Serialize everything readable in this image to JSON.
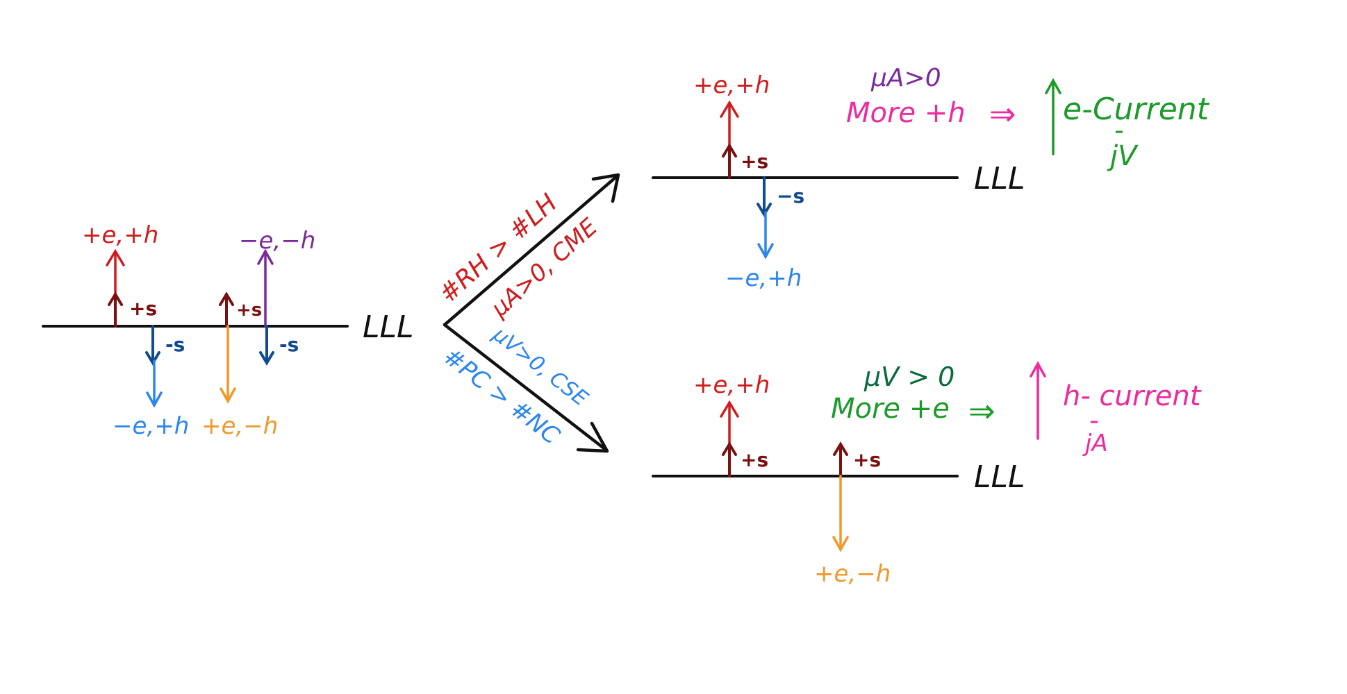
{
  "colors": {
    "black": "#111111",
    "red": "#d01c1c",
    "darkred": "#7a1010",
    "navy": "#114a8f",
    "blue": "#2b86ee",
    "orange": "#f0982a",
    "purple": "#7b2a9b",
    "magenta": "#ee2a9e",
    "green": "#1c9a2a",
    "darkgreen": "#0a6b3c"
  },
  "left_panel": {
    "level": "LLL",
    "spin_up_1": "+s",
    "spin_down_1": "-s",
    "spin_up_2": "+s",
    "spin_down_2": "-s",
    "state_top_1": "+e,+h",
    "state_top_2": "−e,−h",
    "state_bottom_1": "−e,+h",
    "state_bottom_2": "+e,−h"
  },
  "arrows": {
    "upper_line1": "#RH > #LH",
    "upper_line2": "μA>0, CME",
    "lower_line1": "μV>0, CSE",
    "lower_line2": "#PC > #NC"
  },
  "top_right": {
    "level": "LLL",
    "spin_up": "+s",
    "spin_down": "−s",
    "state_top": "+e,+h",
    "state_bottom": "−e,+h",
    "condition": "μA>0",
    "more_text": "More +h",
    "implies": "⇒",
    "current": "e-Current",
    "current_symbol": "jV"
  },
  "bottom_right": {
    "level": "LLL",
    "spin_up_1": "+s",
    "spin_up_2": "+s",
    "state_top": "+e,+h",
    "state_bottom": "+e,−h",
    "condition": "μV > 0",
    "more_text": "More +e",
    "implies": "⇒",
    "current": "h- current",
    "current_symbol": "jA"
  }
}
